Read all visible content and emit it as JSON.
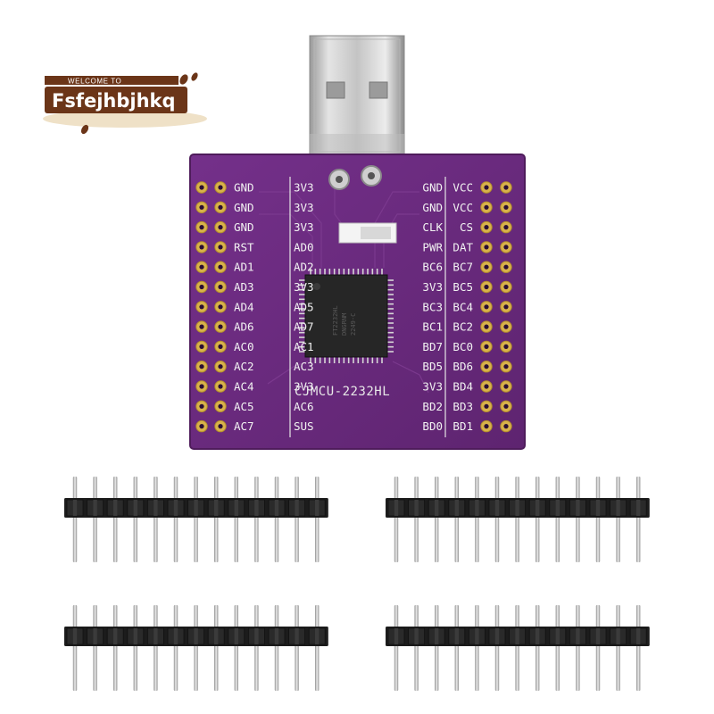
{
  "logo": {
    "welcome": "WELCOME TO",
    "name": "Fsfejhbjhkq"
  },
  "board": {
    "name": "CJMCU-2232HL",
    "chip_marking": [
      "FT2232HL",
      "DNGRNM",
      "2249-C"
    ],
    "left_outer_labels": [
      "GND",
      "GND",
      "GND",
      "RST",
      "AD1",
      "AD3",
      "AD4",
      "AD6",
      "AC0",
      "AC2",
      "AC4",
      "AC5",
      "AC7"
    ],
    "left_inner_labels": [
      "3V3",
      "3V3",
      "3V3",
      "AD0",
      "AD2",
      "3V3",
      "AD5",
      "AD7",
      "AC1",
      "AC3",
      "3V3",
      "AC6",
      "SUS"
    ],
    "right_inner_labels": [
      "GND",
      "GND",
      "CLK",
      "PWR",
      "BC6",
      "3V3",
      "BC3",
      "BC1",
      "BD7",
      "BD5",
      "3V3",
      "BD2",
      "BD0"
    ],
    "right_outer_labels": [
      "VCC",
      "VCC",
      "CS",
      "DAT",
      "BC7",
      "BC5",
      "BC4",
      "BC2",
      "BC0",
      "BD6",
      "BD4",
      "BD3",
      "BD1"
    ]
  },
  "pin_headers": {
    "count": 4,
    "pins_per_header": 13
  },
  "colors": {
    "pcb": "#6a2a78",
    "pcb_edge": "#4e1c5b",
    "gold": "#d8b24a",
    "logo_bar": "#6b3518",
    "header_body": "#1c1c1c",
    "pin": "#c9c9c9"
  }
}
